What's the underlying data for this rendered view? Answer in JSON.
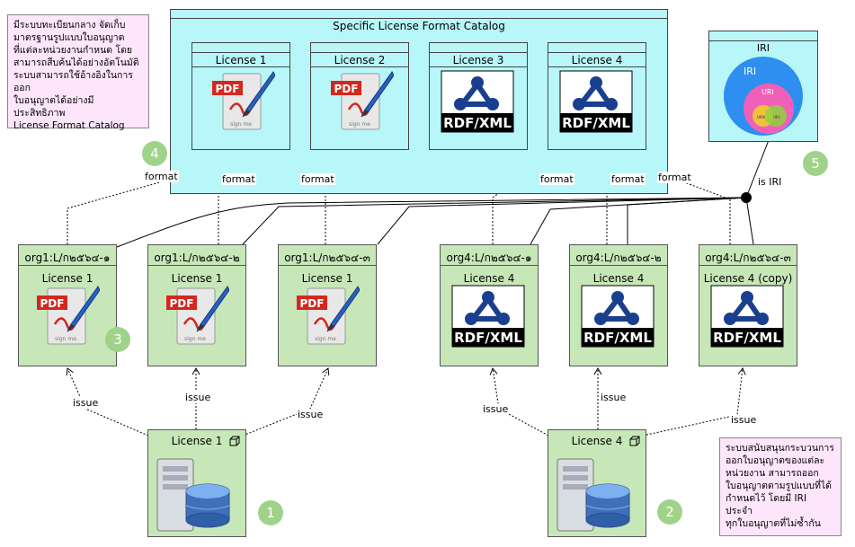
{
  "catalog": {
    "title": "Specific License Format Catalog"
  },
  "formats": [
    {
      "label": "License 1",
      "icon": "pdf-sign-icon"
    },
    {
      "label": "License 2",
      "icon": "pdf-sign-icon"
    },
    {
      "label": "License 3",
      "icon": "rdf-xml-icon"
    },
    {
      "label": "License 4",
      "icon": "rdf-xml-icon"
    }
  ],
  "icon_text": {
    "pdf": "PDF",
    "sign": "sign me",
    "rdf": "RDF/XML"
  },
  "iri": {
    "title": "IRI",
    "outer": "IRI",
    "inner": "URI",
    "urn": "URN",
    "url": "URL"
  },
  "orgs": [
    {
      "header": "org1:L/ก๒๕๖๔-๑",
      "label": "License 1",
      "icon": "pdf-sign-icon"
    },
    {
      "header": "org1:L/ก๒๕๖๔-๒",
      "label": "License 1",
      "icon": "pdf-sign-icon"
    },
    {
      "header": "org1:L/ก๒๕๖๔-๓",
      "label": "License 1",
      "icon": "pdf-sign-icon"
    },
    {
      "header": "org4:L/ก๒๕๖๔-๑",
      "label": "License 4",
      "icon": "rdf-xml-icon"
    },
    {
      "header": "org4:L/ก๒๕๖๔-๒",
      "label": "License 4",
      "icon": "rdf-xml-icon"
    },
    {
      "header": "org4:L/ก๒๕๖๔-๓",
      "label": "License 4 (copy)",
      "icon": "rdf-xml-icon"
    }
  ],
  "servers": [
    {
      "label": "License 1",
      "icon": "database-server-icon"
    },
    {
      "label": "License 4",
      "icon": "database-server-icon"
    }
  ],
  "edge_labels": {
    "format": "format",
    "issue": "issue",
    "is_iri": "is IRI"
  },
  "notes": {
    "top_left": [
      "มีระบบทะเบียนกลาง จัดเก็บ",
      "มาตรฐานรูปแบบใบอนุญาต",
      "ที่แต่ละหน่วยงานกำหนด โดย",
      "สามารถสืบค้นได้อย่างอัตโนมัติ",
      "ระบบสามารถใช้อ้างอิงในการออก",
      "ใบอนุญาตได้อย่างมีประสิทธิภาพ",
      "License Format Catalog"
    ],
    "bottom_right": [
      "ระบบสนับสนุนกระบวนการ",
      "ออกใบอนุญาตของแต่ละ",
      "หน่วยงาน สามารถออก",
      "ใบอนุญาตตามรูปแบบที่ได้",
      "กำหนดไว้ โดยมี IRI ประจำ",
      "ทุกใบอนุญาตที่ไม่ซ้ำกัน"
    ]
  },
  "badges": [
    "1",
    "2",
    "3",
    "4",
    "5"
  ],
  "colors": {
    "catalog_bg": "#b8f7f9",
    "org_bg": "#c7e7b8",
    "note_bg": "#fde6fb",
    "badge": "#9fd38a"
  }
}
